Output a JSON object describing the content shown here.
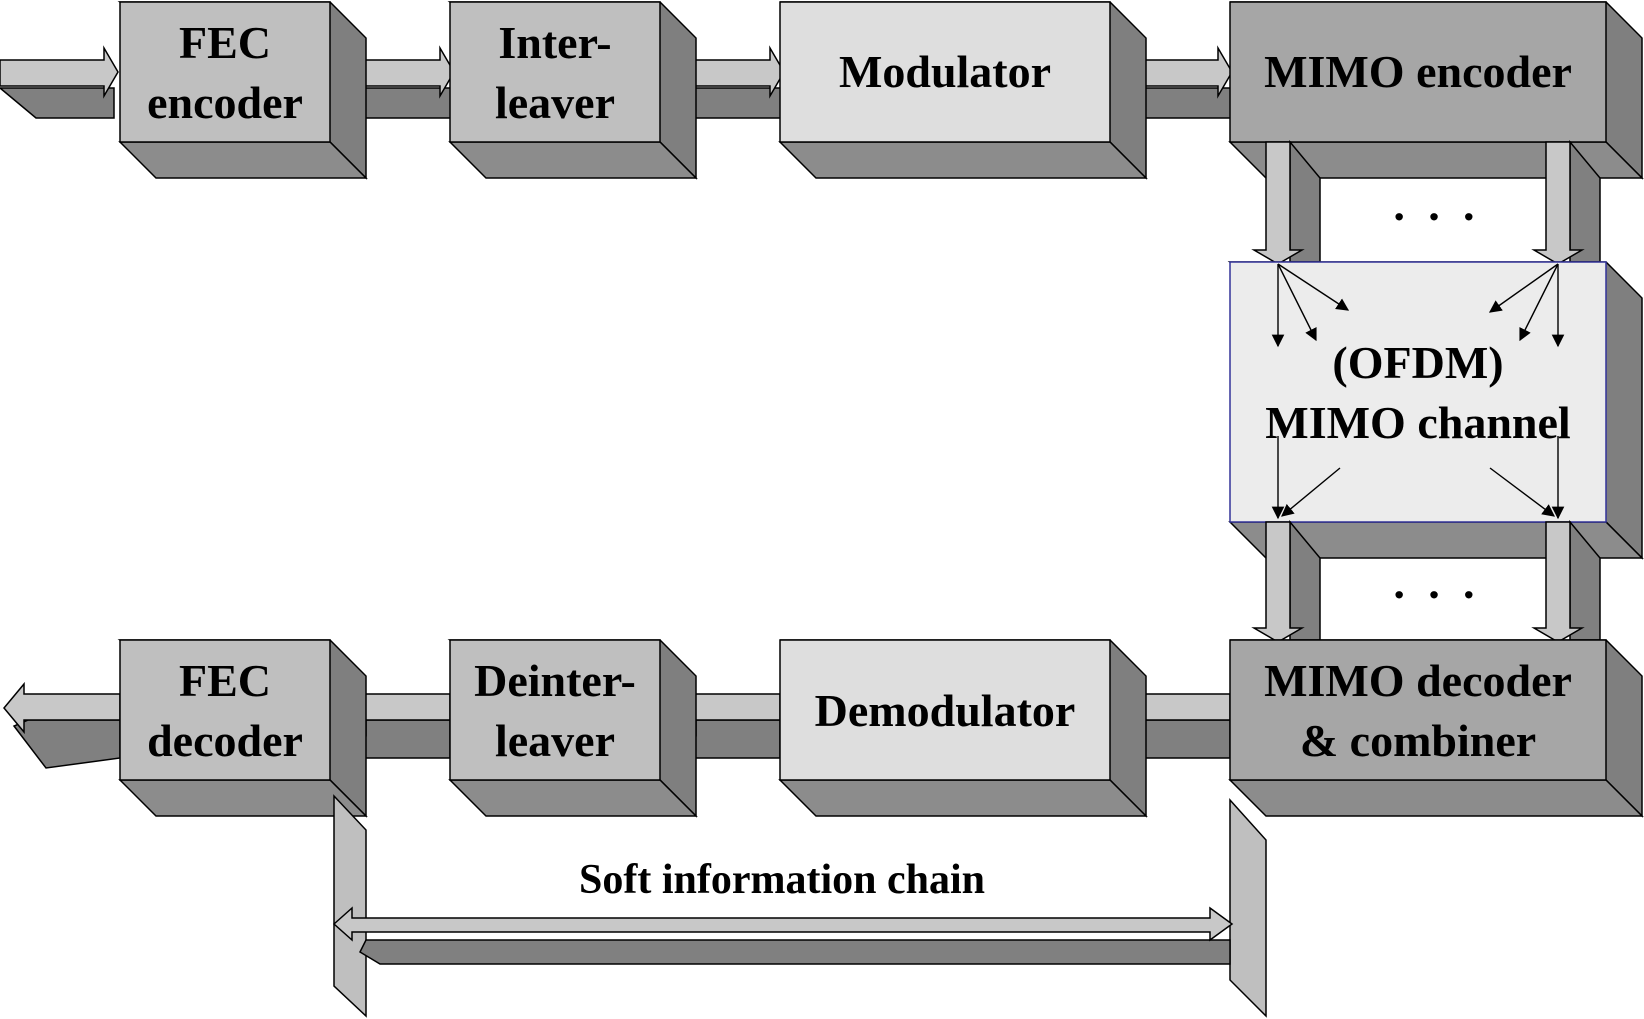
{
  "blocks": {
    "fec_encoder": {
      "line1": "FEC",
      "line2": "encoder"
    },
    "interleaver": {
      "line1": "Inter-",
      "line2": "leaver"
    },
    "modulator": {
      "label": "Modulator"
    },
    "mimo_encoder": {
      "label": "MIMO encoder"
    },
    "channel": {
      "line1": "(OFDM)",
      "line2": "MIMO channel"
    },
    "mimo_decoder": {
      "line1": "MIMO decoder",
      "line2": "& combiner"
    },
    "demodulator": {
      "label": "Demodulator"
    },
    "deinterleaver": {
      "line1": "Deinter-",
      "line2": "leaver"
    },
    "fec_decoder": {
      "line1": "FEC",
      "line2": "decoder"
    }
  },
  "dots_top": "· · ·",
  "dots_bottom": "· · ·",
  "soft_chain_label": "Soft information chain",
  "colors": {
    "block_dark": "#a6a6a6",
    "block_mid": "#bfbfbf",
    "block_light": "#dedede",
    "shade_side": "#7f7f7f",
    "shade_bottom": "#8c8c8c",
    "arrow_fill": "#c8c8c8",
    "arrow_shadow": "#808080",
    "channel_fill": "#ececec"
  }
}
